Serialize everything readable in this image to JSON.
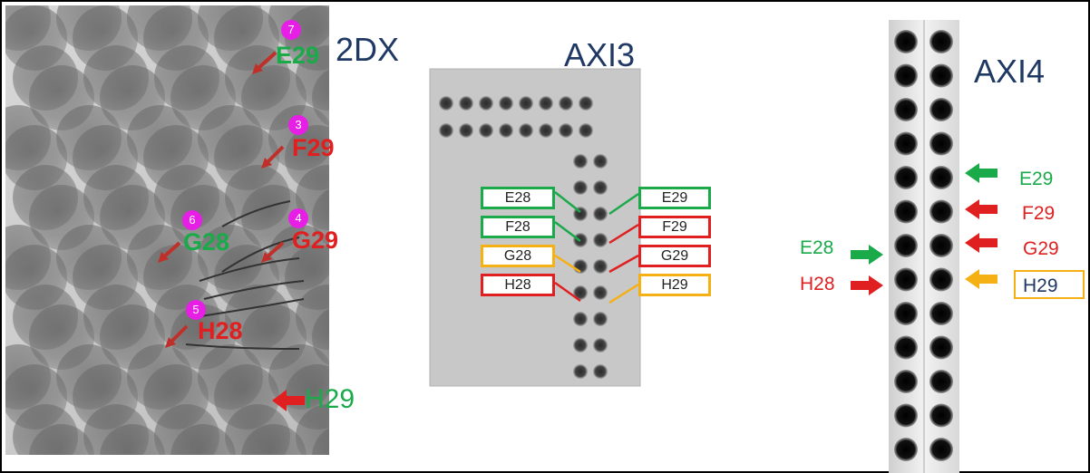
{
  "titles": {
    "p2dx": "2DX",
    "axi3": "AXI3",
    "axi4": "AXI4"
  },
  "colors": {
    "green": "#1aaa4a",
    "red": "#e02020",
    "orange": "#f5b014",
    "navy": "#1f3864",
    "magenta": "#e61ee6"
  },
  "p2dx": {
    "badges": [
      "7",
      "3",
      "6",
      "4",
      "5"
    ],
    "labels": {
      "e29": "E29",
      "f29": "F29",
      "g28": "G28",
      "g29": "G29",
      "h28": "H28",
      "h29": "H29"
    }
  },
  "axi3": {
    "left_boxes": [
      "E28",
      "F28",
      "G28",
      "H28"
    ],
    "right_boxes": [
      "E29",
      "F29",
      "G29",
      "H29"
    ]
  },
  "axi4": {
    "left_labels": [
      "E28",
      "H28"
    ],
    "right_labels": [
      "E29",
      "F29",
      "G29",
      "H29"
    ]
  }
}
